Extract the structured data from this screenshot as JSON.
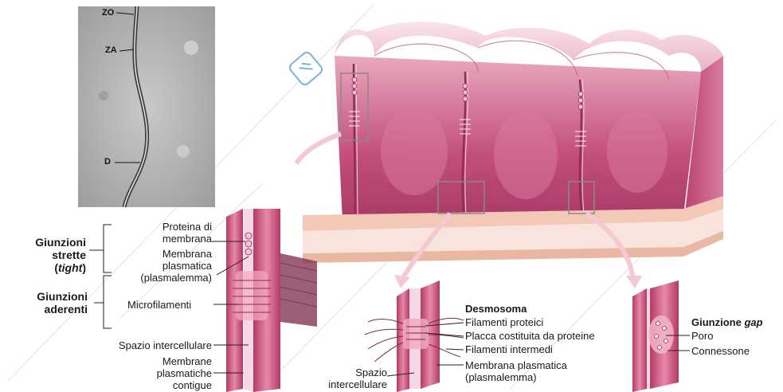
{
  "micrograph": {
    "labels": [
      "ZO",
      "ZA",
      "D"
    ]
  },
  "left_diagram": {
    "group_tight_line1": "Giunzioni",
    "group_tight_line2": "strette",
    "group_tight_line3_open": "(",
    "group_tight_line3_em": "tight",
    "group_tight_line3_close": ")",
    "group_adherent_line1": "Giunzioni",
    "group_adherent_line2": "aderenti",
    "labels": [
      "Proteina di",
      "membrana",
      "Membrana",
      "plasmatica",
      "(plasmalemma)",
      "Microfilamenti",
      "Spazio intercellulare",
      "Membrane",
      "plasmatiche",
      "contigue"
    ]
  },
  "desmosome": {
    "title": "Desmosoma",
    "labels": [
      "Filamenti proteici",
      "Placca costituita da proteine",
      "Filamenti intermedi",
      "Membrana plasmatica",
      "(plasmalemma)"
    ],
    "space_label_line1": "Spazio",
    "space_label_line2": "intercellulare"
  },
  "gap_junction": {
    "title_word": "Giunzione",
    "title_em": "gap",
    "labels": [
      "Poro",
      "Connessone"
    ]
  }
}
